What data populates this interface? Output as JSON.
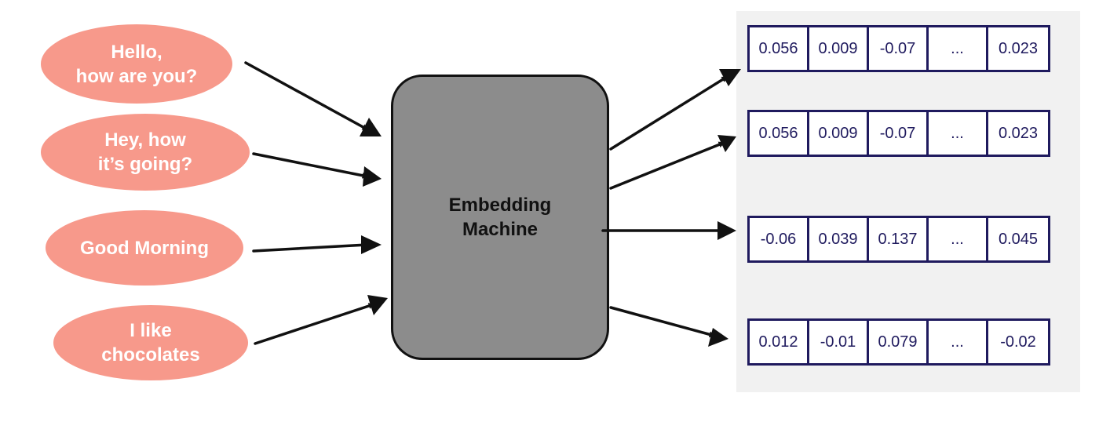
{
  "inputs": [
    {
      "lines": [
        "Hello,",
        "how are you?"
      ]
    },
    {
      "lines": [
        "Hey, how",
        "it’s going?"
      ]
    },
    {
      "lines": [
        "Good Morning"
      ]
    },
    {
      "lines": [
        "I like",
        "chocolates"
      ]
    }
  ],
  "machine": {
    "lines": [
      "Embedding",
      "Machine"
    ]
  },
  "vectors": [
    [
      "0.056",
      "0.009",
      "-0.07",
      "...",
      "0.023"
    ],
    [
      "0.056",
      "0.009",
      "-0.07",
      "...",
      "0.023"
    ],
    [
      "-0.06",
      "0.039",
      "0.137",
      "...",
      "0.045"
    ],
    [
      "0.012",
      "-0.01",
      "0.079",
      "...",
      "-0.02"
    ]
  ],
  "colors": {
    "bubble": "#f7998b",
    "machine": "#8c8c8c",
    "vector_border": "#1f1a5e",
    "panel": "#f1f1f1",
    "arrow": "#111111"
  }
}
